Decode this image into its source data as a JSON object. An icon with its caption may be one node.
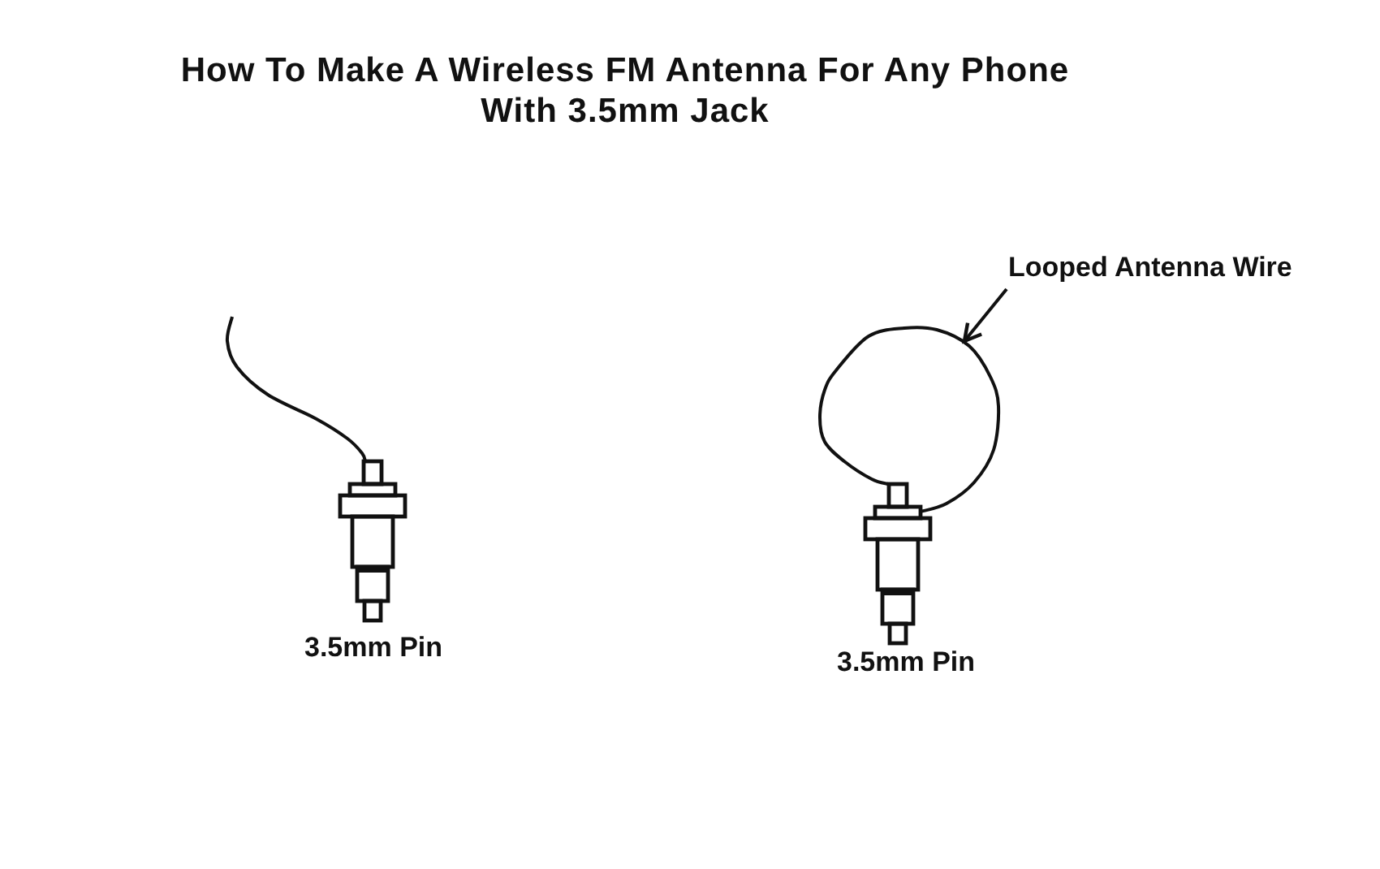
{
  "diagram": {
    "title": "How To Make A Wireless FM Antenna For Any Phone With 3.5mm Jack",
    "nodes": [
      {
        "text": [
          "Looped Antenna Wire"
        ]
      },
      {
        "text": [],
        "shape": "circle"
      }
    ],
    "edges": [
      {
        "from": 0,
        "to": 1,
        "arrow": "to"
      }
    ],
    "labels": [
      "3.5mm Pin",
      "3.5mm Pin"
    ]
  }
}
